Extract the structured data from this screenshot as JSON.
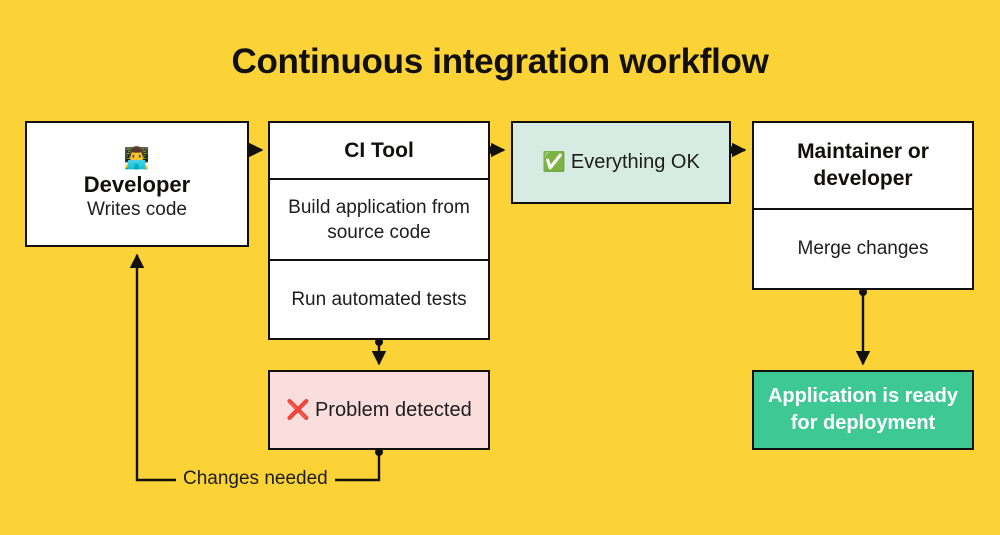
{
  "page": {
    "title": "Continuous integration workflow",
    "background_color": "#fcd337",
    "ink_color": "#12100e"
  },
  "nodes": {
    "developer": {
      "name": "Developer",
      "subtitle": "Writes code",
      "icon": "person-with-laptop-emoji",
      "emoji": "👨‍💻",
      "fill": "#ffffff"
    },
    "ci_tool": {
      "header": "CI Tool",
      "steps": [
        "Build application from source code",
        "Run automated tests"
      ],
      "fill": "#ffffff"
    },
    "everything_ok": {
      "label": "Everything OK",
      "icon": "check-mark-button-emoji",
      "emoji": "✅",
      "fill": "#d6ece3"
    },
    "maintainer": {
      "header": "Maintainer or developer",
      "action": "Merge changes",
      "fill": "#ffffff"
    },
    "problem_detected": {
      "label": "Problem detected",
      "icon": "cross-mark-emoji",
      "emoji": "❌",
      "fill": "#fadedd"
    },
    "deployment": {
      "label": "Application is ready for deployment",
      "fill": "#3dc894",
      "text_color": "#ffffff"
    }
  },
  "edges": [
    {
      "id": "developer-to-ci-tool",
      "label": ""
    },
    {
      "id": "ci-tool-to-everything-ok",
      "label": ""
    },
    {
      "id": "everything-ok-to-maintainer",
      "label": ""
    },
    {
      "id": "ci-tool-to-problem-detected",
      "label": ""
    },
    {
      "id": "maintainer-to-deployment",
      "label": ""
    },
    {
      "id": "problem-detected-to-developer",
      "label": "Changes needed"
    }
  ],
  "chart_data": {
    "type": "diagram",
    "title": "Continuous integration workflow",
    "flow": [
      "Developer (Writes code)",
      "CI Tool (Build application from source code; Run automated tests)",
      "Everything OK",
      "Maintainer or developer (Merge changes)",
      "Application is ready for deployment"
    ],
    "branch": [
      "CI Tool -> Problem detected",
      "Problem detected -> Developer (Changes needed)"
    ]
  }
}
